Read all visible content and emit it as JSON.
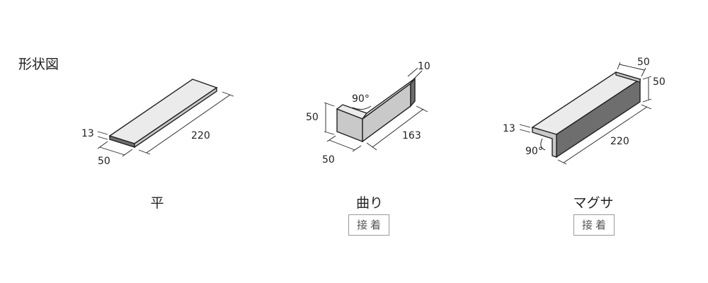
{
  "section_title": "形状図",
  "shapes": [
    {
      "name": "平",
      "dims": {
        "thickness": "13",
        "width": "50",
        "length": "220"
      }
    },
    {
      "name": "曲り",
      "badge": "接着",
      "dims": {
        "angle": "90°",
        "height": "50",
        "width": "50",
        "length": "163",
        "thickness": "10"
      }
    },
    {
      "name": "マグサ",
      "badge": "接着",
      "dims": {
        "thickness": "13",
        "angle": "90°",
        "top_width": "50",
        "side_height": "50",
        "length": "220"
      }
    }
  ]
}
